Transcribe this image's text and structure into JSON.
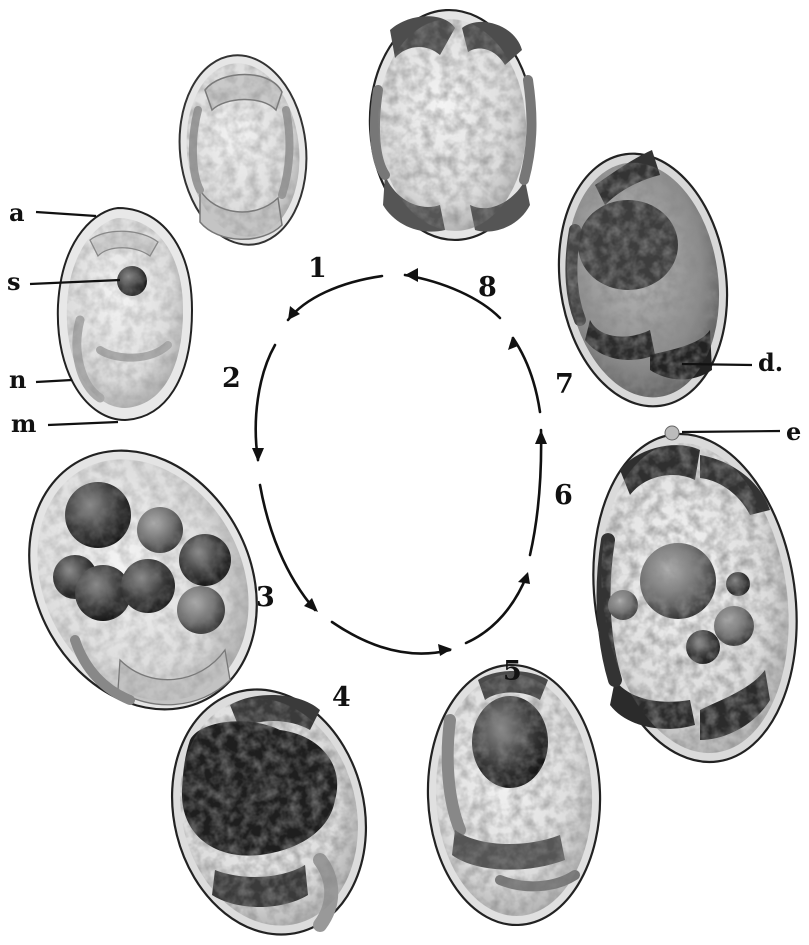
{
  "stage_numbers": [
    "1",
    "2",
    "3",
    "4",
    "5",
    "6",
    "7",
    "8"
  ],
  "part_labels": {
    "a": "a",
    "s": "s",
    "n": "n",
    "m": "m",
    "d": "d.",
    "e": "e"
  }
}
